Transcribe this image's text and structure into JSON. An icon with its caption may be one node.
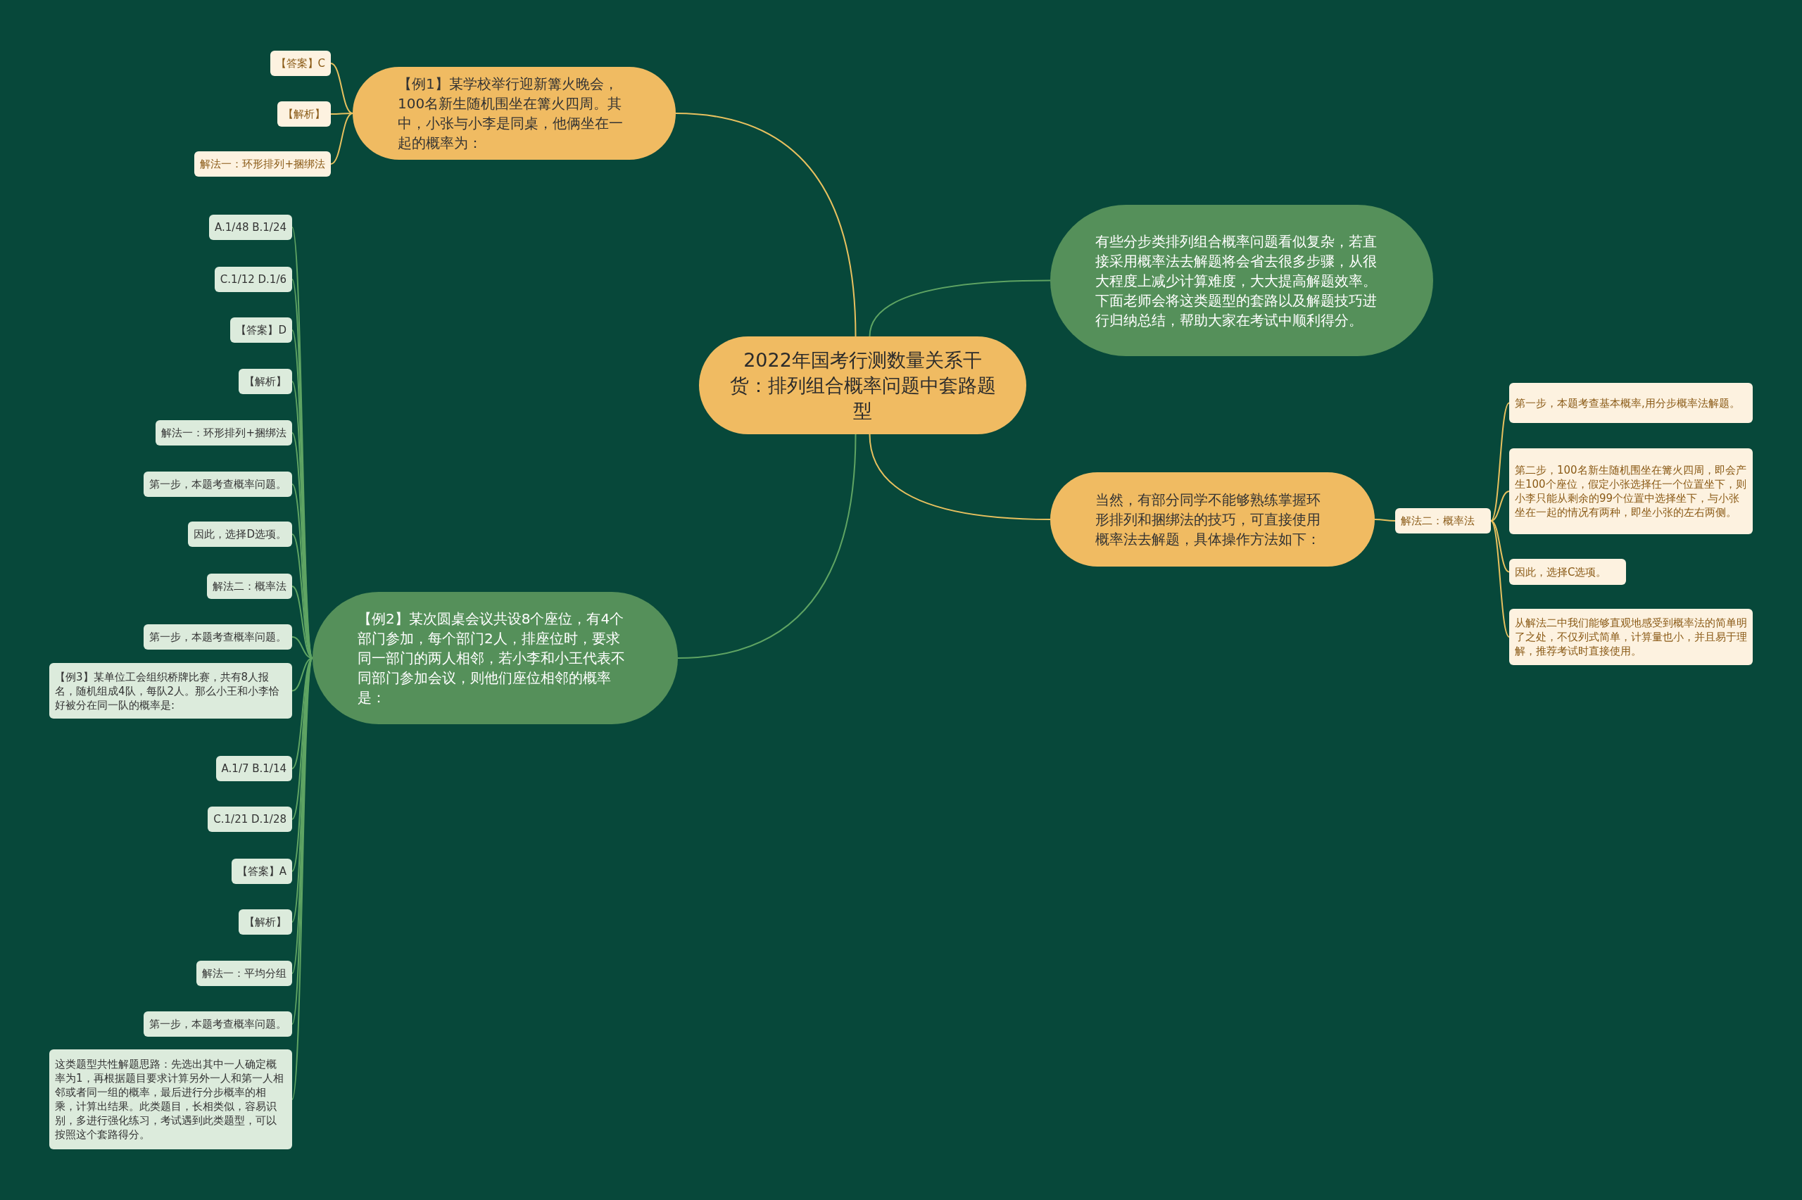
{
  "diagram": {
    "nodes": [
      {
        "text": [
          "2022年国考行测数量关系干货：排列组合概率问题中套路题型"
        ]
      },
      {
        "text": [
          "【例1】某学校举行迎新篝火晚会，100名新生随机围坐在篝火四周。其中，小张与小李是同桌，他俩坐在一起的概率为："
        ]
      },
      {
        "text": [
          "【答案】C"
        ]
      },
      {
        "text": [
          "【解析】"
        ]
      },
      {
        "text": [
          "解法一：环形排列+捆绑法"
        ]
      },
      {
        "text": [
          "【例2】某次圆桌会议共设8个座位，有4个部门参加，每个部门2人，排座位时，要求同一部门的两人相邻，若小李和小王代表不同部门参加会议，则他们座位相邻的概率是："
        ]
      },
      {
        "text": [
          "A.1/48 B.1/24"
        ]
      },
      {
        "text": [
          "C.1/12 D.1/6"
        ]
      },
      {
        "text": [
          "【答案】D"
        ]
      },
      {
        "text": [
          "【解析】"
        ]
      },
      {
        "text": [
          "解法一：环形排列+捆绑法"
        ]
      },
      {
        "text": [
          "第一步，本题考查概率问题。"
        ]
      },
      {
        "text": [
          "因此，选择D选项。"
        ]
      },
      {
        "text": [
          "解法二：概率法"
        ]
      },
      {
        "text": [
          "第一步，本题考查概率问题。"
        ]
      },
      {
        "text": [
          "【例3】某单位工会组织桥牌比赛，共有8人报名，随机组成4队，每队2人。那么小王和小李恰好被分在同一队的概率是:"
        ]
      },
      {
        "text": [
          "A.1/7 B.1/14"
        ]
      },
      {
        "text": [
          "C.1/21 D.1/28"
        ]
      },
      {
        "text": [
          "【答案】A"
        ]
      },
      {
        "text": [
          "【解析】"
        ]
      },
      {
        "text": [
          "解法一：平均分组"
        ]
      },
      {
        "text": [
          "第一步，本题考查概率问题。"
        ]
      },
      {
        "text": [
          "这类题型共性解题思路：先选出其中一人确定概率为1，再根据题目要求计算另外一人和第一人相邻或者同一组的概率，最后进行分步概率的相乘，计算出结果。此类题目，长相类似，容易识别，多进行强化练习，考试遇到此类题型，可以按照这个套路得分。"
        ]
      },
      {
        "text": [
          "有些分步类排列组合概率问题看似复杂，若直接采用概率法去解题将会省去很多步骤，从很大程度上减少计算难度，大大提高解题效率。下面老师会将这类题型的套路以及解题技巧进行归纳总结，帮助大家在考试中顺利得分。"
        ]
      },
      {
        "text": [
          "当然，有部分同学不能够熟练掌握环形排列和捆绑法的技巧，可直接使用概率法去解题，具体操作方法如下："
        ]
      },
      {
        "text": [
          "解法二：概率法"
        ]
      },
      {
        "text": [
          "第一步，本题考查基本概率,用分步概率法解题。"
        ]
      },
      {
        "text": [
          "第二步，100名新生随机围坐在篝火四周，即会产生100个座位，假定小张选择任一个位置坐下，则小李只能从剩余的99个位置中选择坐下，与小张坐在一起的情况有两种，即坐小张的左右两侧。"
        ]
      },
      {
        "text": [
          "因此，选择C选项。"
        ]
      },
      {
        "text": [
          "从解法二中我们能够直观地感受到概率法的简单明了之处，不仅列式简单，计算量也小，并且易于理解，推荐考试时直接使用。"
        ]
      }
    ],
    "edges": [
      {
        "from": 0,
        "to": 1,
        "arrow": "none",
        "color": "#e8c15f"
      },
      {
        "from": 1,
        "to": 2,
        "arrow": "none",
        "color": "#e8c15f"
      },
      {
        "from": 1,
        "to": 3,
        "arrow": "none",
        "color": "#e8c15f"
      },
      {
        "from": 1,
        "to": 4,
        "arrow": "none",
        "color": "#e8c15f"
      },
      {
        "from": 0,
        "to": 5,
        "arrow": "none"
      },
      {
        "from": 5,
        "to": 6,
        "arrow": "none"
      },
      {
        "from": 5,
        "to": 7,
        "arrow": "none"
      },
      {
        "from": 5,
        "to": 8,
        "arrow": "none"
      },
      {
        "from": 5,
        "to": 9,
        "arrow": "none"
      },
      {
        "from": 5,
        "to": 10,
        "arrow": "none"
      },
      {
        "from": 5,
        "to": 11,
        "arrow": "none"
      },
      {
        "from": 5,
        "to": 12,
        "arrow": "none"
      },
      {
        "from": 5,
        "to": 13,
        "arrow": "none"
      },
      {
        "from": 5,
        "to": 14,
        "arrow": "none"
      },
      {
        "from": 5,
        "to": 15,
        "arrow": "none"
      },
      {
        "from": 5,
        "to": 16,
        "arrow": "none"
      },
      {
        "from": 5,
        "to": 17,
        "arrow": "none"
      },
      {
        "from": 5,
        "to": 18,
        "arrow": "none"
      },
      {
        "from": 5,
        "to": 19,
        "arrow": "none"
      },
      {
        "from": 5,
        "to": 20,
        "arrow": "none"
      },
      {
        "from": 5,
        "to": 21,
        "arrow": "none"
      },
      {
        "from": 5,
        "to": 22,
        "arrow": "none"
      },
      {
        "from": 0,
        "to": 23,
        "arrow": "none"
      },
      {
        "from": 0,
        "to": 24,
        "arrow": "none",
        "color": "#e8c15f"
      },
      {
        "from": 24,
        "to": 25,
        "arrow": "none",
        "color": "#e8c15f"
      },
      {
        "from": 25,
        "to": 26,
        "arrow": "none",
        "color": "#e8c15f"
      },
      {
        "from": 25,
        "to": 27,
        "arrow": "none",
        "color": "#e8c15f"
      },
      {
        "from": 25,
        "to": 28,
        "arrow": "none",
        "color": "#e8c15f"
      },
      {
        "from": 25,
        "to": 29,
        "arrow": "none",
        "color": "#e8c15f"
      }
    ]
  }
}
